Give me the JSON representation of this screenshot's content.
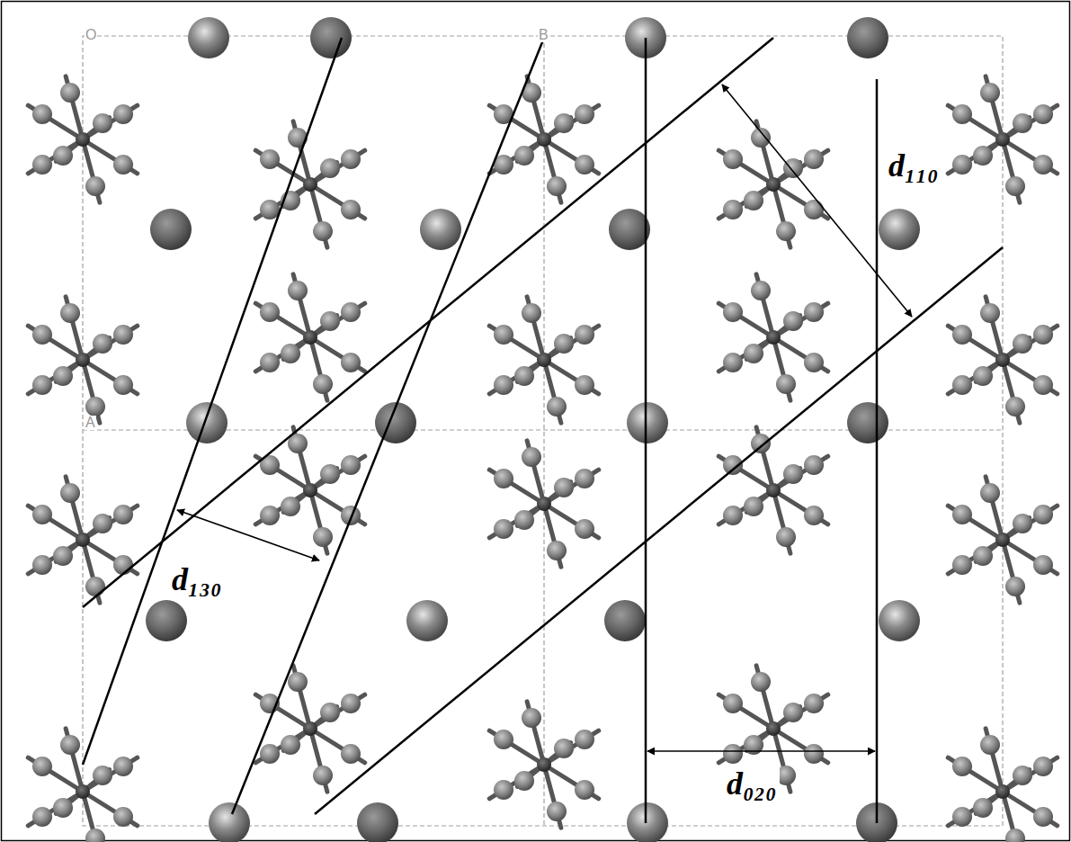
{
  "diagram": {
    "labels": [
      "O",
      "B",
      "A",
      "d₁₁₀",
      "d₁₃₀",
      "d₀₂₀"
    ]
  }
}
